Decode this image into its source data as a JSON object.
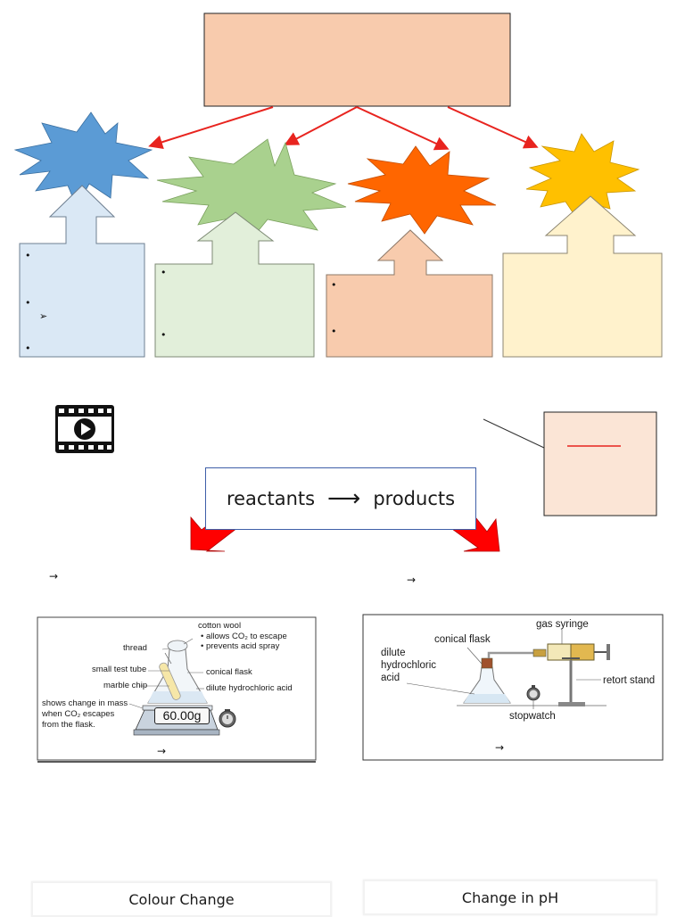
{
  "colors": {
    "title_box": "#f8cbad",
    "connector": "#e8241f",
    "star_blue": "#5b9bd5",
    "star_green": "#a9d18e",
    "star_orange": "#ff6600",
    "star_yellow": "#ffc000",
    "box_blue": "#dae8f5",
    "box_green": "#e2efda",
    "box_orange": "#f8cbad",
    "box_yellow": "#fff2cc",
    "big_arrow": "#ff0000"
  },
  "icons": {
    "video": "film-play-icon",
    "bullet": "bullet-dot-icon",
    "sub_bullet": "arrowhead-bullet-icon",
    "stopwatch": "stopwatch-icon"
  },
  "bullets": {
    "dot": "•",
    "sub": "➢"
  },
  "equation": {
    "left": "reactants",
    "arrow": "⟶",
    "right": "products"
  },
  "arrow_note": "→",
  "mass_diagram": {
    "labels": {
      "cotton_wool": "cotton wool",
      "co2_escape": "allows CO₂ to escape",
      "acid_spray": "prevents acid spray",
      "thread": "thread",
      "small_test_tube": "small test tube",
      "conical_flask": "conical flask",
      "marble_chip": "marble chip",
      "dilute_hcl": "dilute hydrochloric acid",
      "shows_change": "shows change in mass",
      "when_co2": "when CO₂ escapes",
      "from_flask": "from the flask."
    },
    "readout": "60.00g",
    "caption_arrow": "→"
  },
  "gas_diagram": {
    "labels": {
      "gas_syringe": "gas syringe",
      "conical_flask": "conical flask",
      "dilute_1": "dilute",
      "dilute_2": "hydrochloric",
      "dilute_3": "acid",
      "retort_stand": "retort stand",
      "stopwatch": "stopwatch"
    },
    "caption_arrow": "→"
  },
  "cards": {
    "colour_change": "Colour Change",
    "change_ph": "Change in pH"
  }
}
